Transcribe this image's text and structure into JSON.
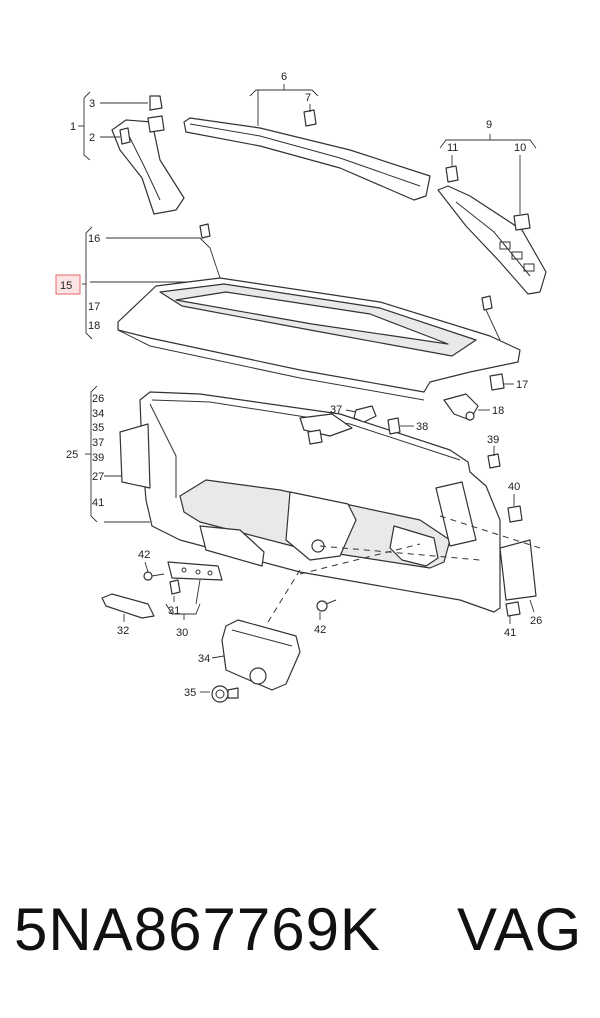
{
  "diagram": {
    "callouts": [
      "1",
      "2",
      "3",
      "6",
      "7",
      "9",
      "10",
      "11",
      "15",
      "16",
      "17",
      "18",
      "17",
      "18",
      "26",
      "34",
      "35",
      "37",
      "39",
      "25",
      "27",
      "41",
      "37",
      "38",
      "39",
      "40",
      "42",
      "30",
      "31",
      "32",
      "42",
      "41",
      "26",
      "34",
      "35"
    ]
  },
  "caption": {
    "part_number": "5NA867769K",
    "brand": "VAG"
  }
}
